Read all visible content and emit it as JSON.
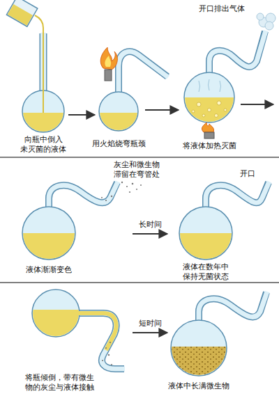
{
  "diagram": {
    "labels": [
      "开口排出气体",
      "向瓶中倒入 未灭菌的液体",
      "用火焰烧弯瓶颈",
      "将液体加热灭菌",
      "灰尘和微生物 滞留在弯管处",
      "开口",
      "液体渐渐变色",
      "长时间",
      "液体在数年中 保持无菌状态",
      "短时间",
      "将瓶倾倒，带有微生 物的灰尘与液体接触",
      "液体中长满微生物"
    ]
  }
}
